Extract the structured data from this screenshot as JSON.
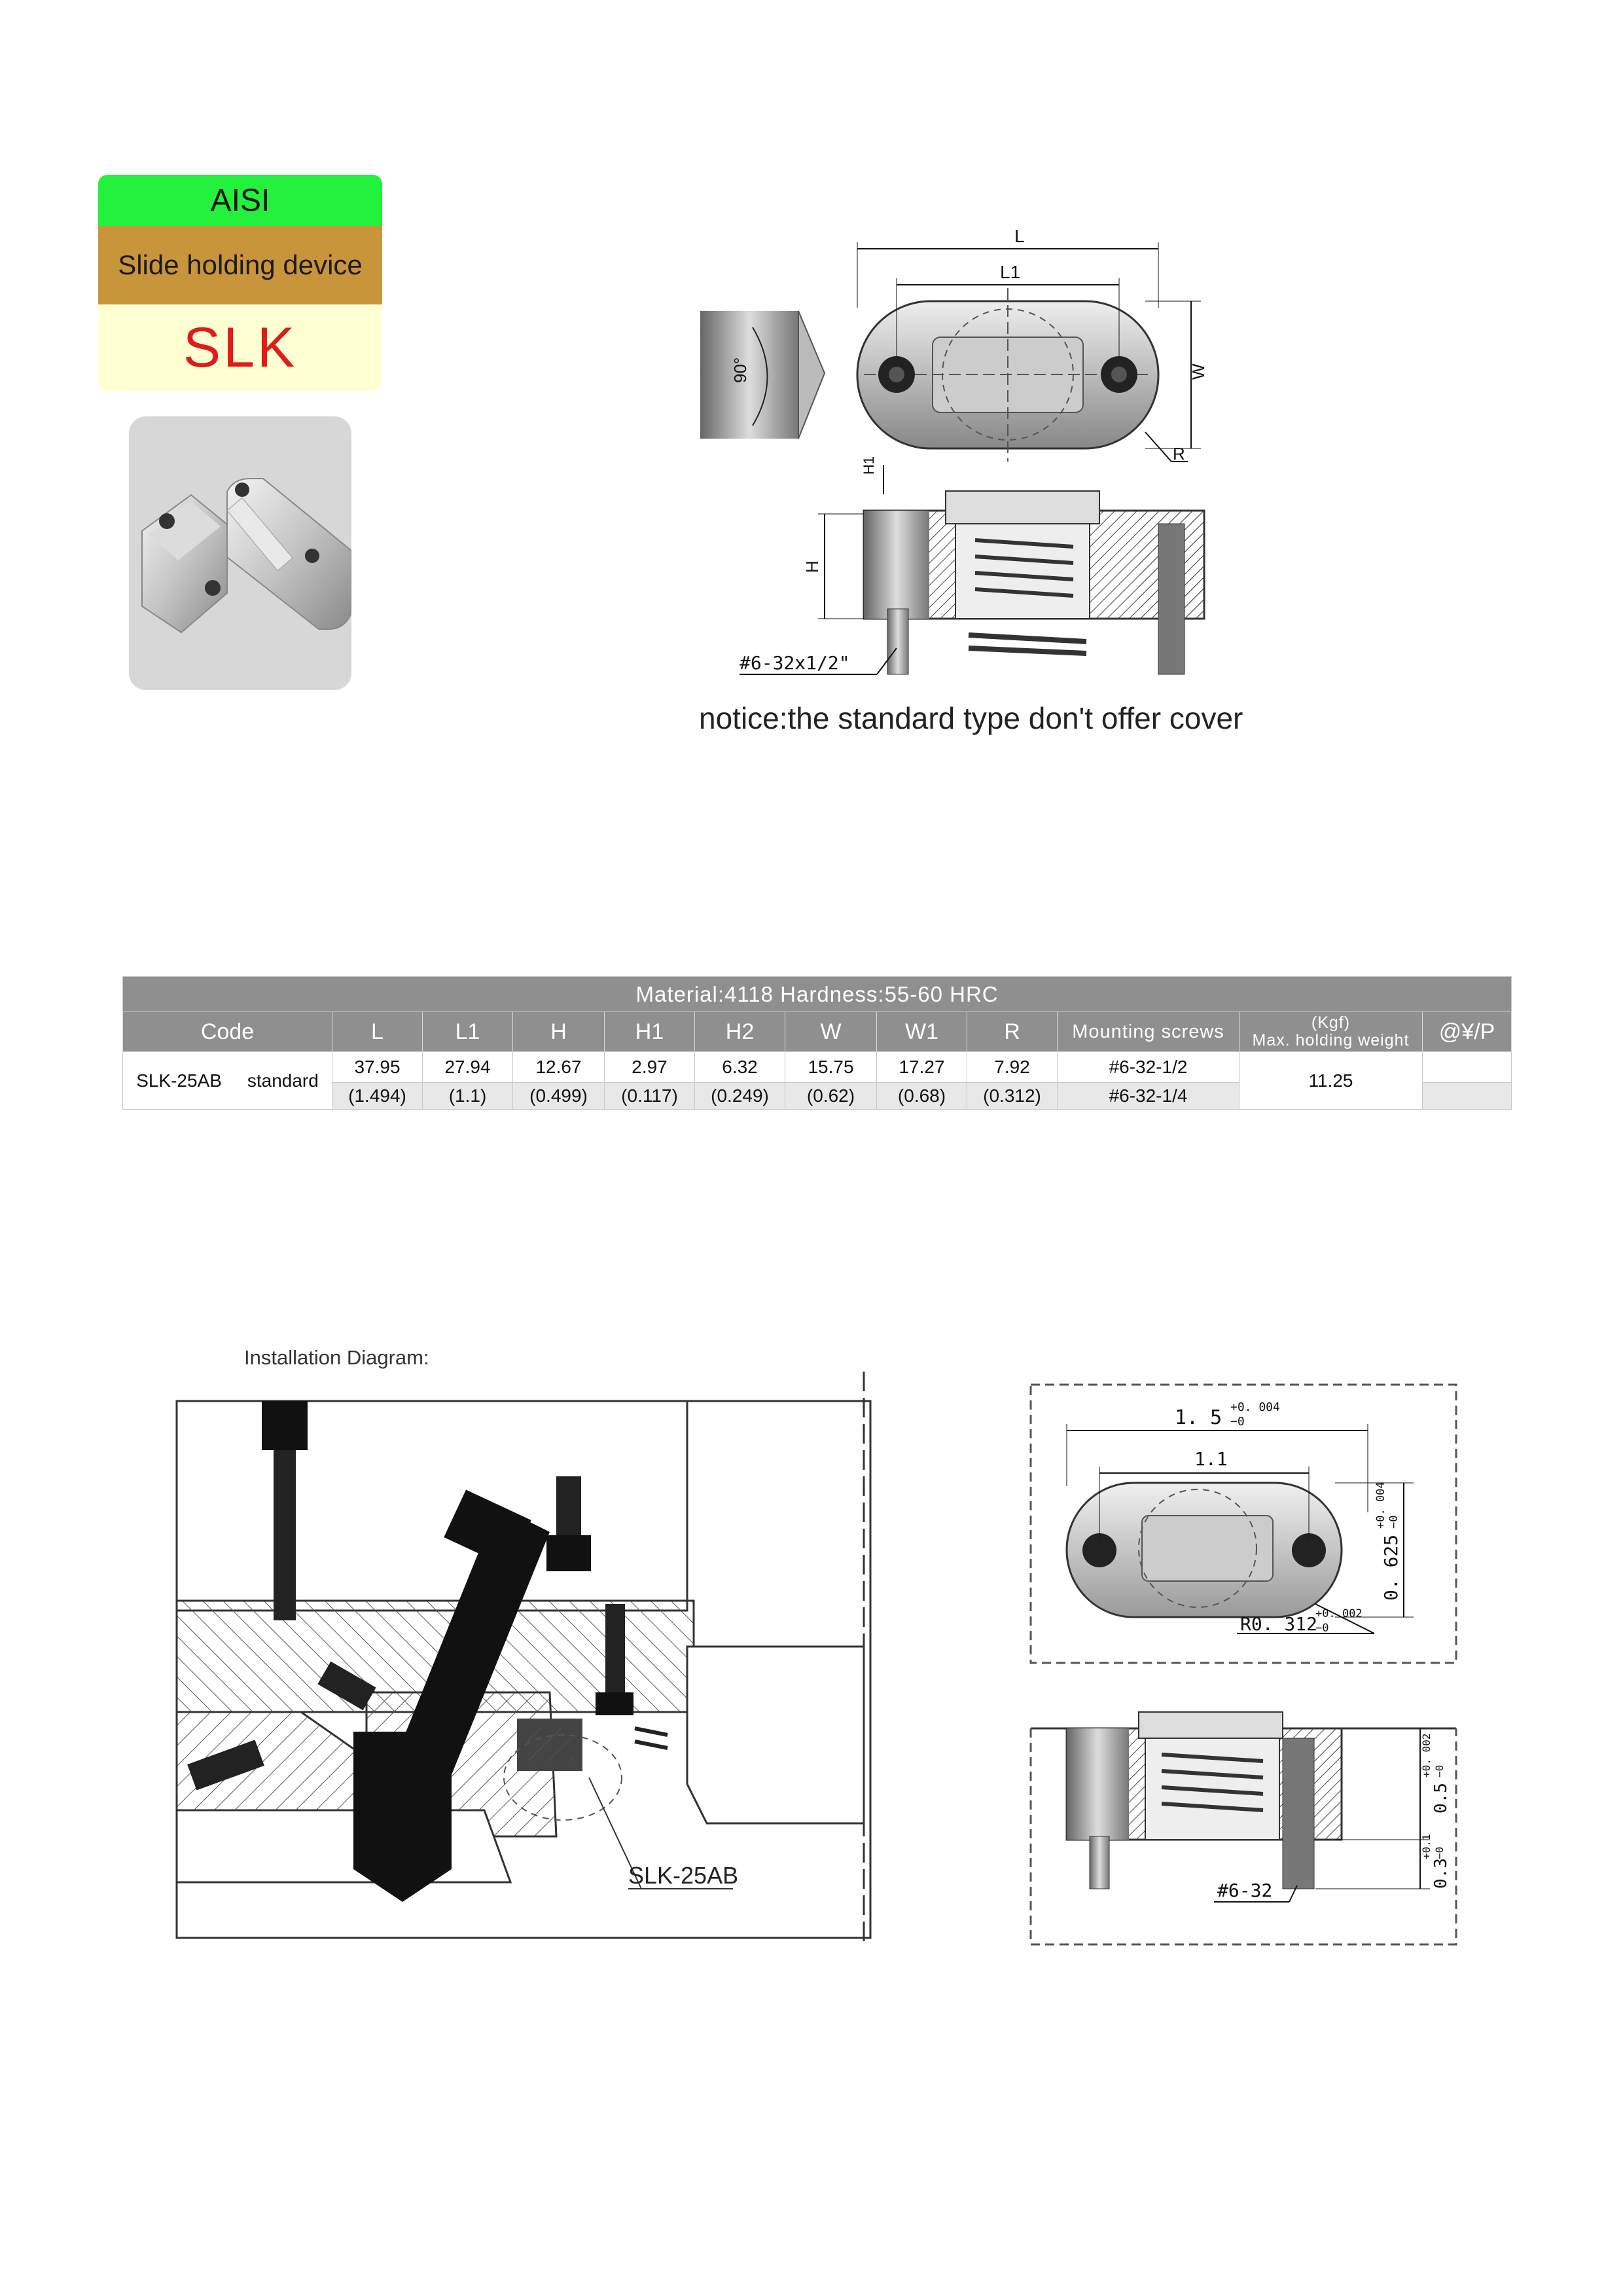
{
  "header": {
    "standard": "AISI",
    "product_name": "Slide holding device",
    "series": "SLK"
  },
  "drawing_top": {
    "angle": "90°",
    "dims": [
      "L",
      "L1",
      "W",
      "R",
      "H1",
      "H"
    ],
    "screw_callout": "#6-32x1/2\""
  },
  "notice": "notice:the standard type don't offer cover",
  "table": {
    "material_row": "Material:4118     Hardness:55-60 HRC",
    "headers": {
      "code": "Code",
      "L": "L",
      "L1": "L1",
      "H": "H",
      "H1": "H1",
      "H2": "H2",
      "W": "W",
      "W1": "W1",
      "R": "R",
      "screws": "Mounting screws",
      "weight_unit": "(Kgf)",
      "weight": "Max. holding weight",
      "price": "@¥/P"
    },
    "row": {
      "code": "SLK-25AB",
      "type": "standard",
      "metric": [
        "37.95",
        "27.94",
        "12.67",
        "2.97",
        "6.32",
        "15.75",
        "17.27",
        "7.92",
        "#6-32-1/2"
      ],
      "imperial": [
        "(1.494)",
        "(1.1)",
        "(0.499)",
        "(0.117)",
        "(0.249)",
        "(0.62)",
        "(0.68)",
        "(0.312)",
        "#6-32-1/4"
      ],
      "weight": "11.25"
    }
  },
  "installation": {
    "title": "Installation Diagram:",
    "part_label": "SLK-25AB"
  },
  "pocket_drawing": {
    "dim_outer": "1. 5",
    "dim_outer_tol_plus": "+0. 004",
    "dim_outer_tol_minus": "−0",
    "dim_inner": "1.1",
    "dim_width": "0. 625",
    "dim_width_tol_plus": "+0. 004",
    "dim_width_tol_minus": "−0",
    "radius": "R0. 312",
    "radius_tol_plus": "+0. 002",
    "radius_tol_minus": "−0",
    "depth1": "0.5",
    "depth1_tol_plus": "+0. 002",
    "depth1_tol_minus": "−0",
    "depth2": "0.3",
    "depth2_tol_plus": "+0.1",
    "depth2_tol_minus": "−0",
    "screw": "#6-32"
  }
}
